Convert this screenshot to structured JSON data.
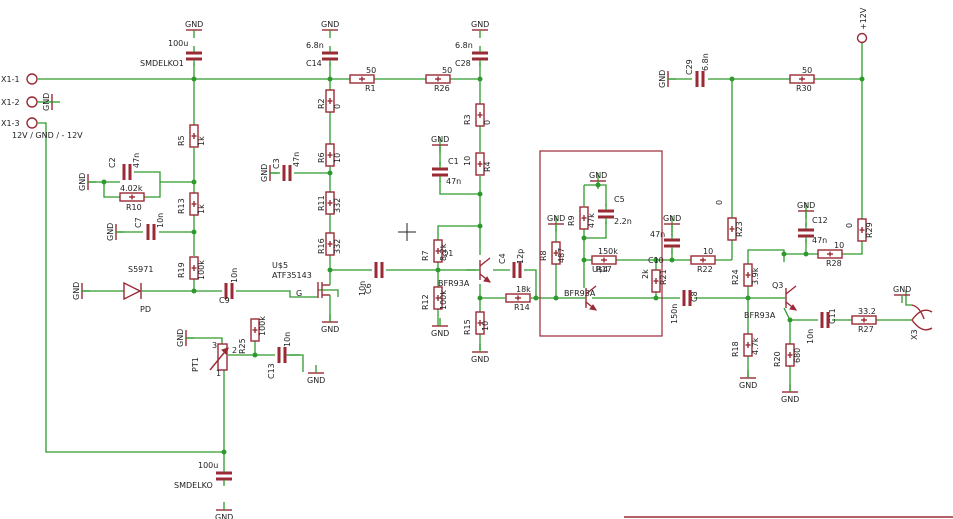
{
  "cursor_icon": "crosshair-icon",
  "colors": {
    "wire": "#2e9a2e",
    "component": "#9a2a34",
    "background": "#ffffff",
    "text": "#222222"
  },
  "connectors": {
    "x1_1": "X1-1",
    "x1_2": "X1-2",
    "x1_3": "X1-3",
    "supply_note": "12V / GND / - 12V",
    "x3": "X3",
    "plus12v": "+12V"
  },
  "gnd_label": "GND",
  "components": [
    {
      "id": "c_big1",
      "name": "",
      "value": "100u"
    },
    {
      "id": "c_big2",
      "name": "",
      "value": "100u"
    },
    {
      "id": "c14",
      "name": "C14",
      "value": "6.8n"
    },
    {
      "id": "c28",
      "name": "C28",
      "value": "6.8n"
    },
    {
      "id": "c29",
      "name": "C29",
      "value": "6.8n"
    },
    {
      "id": "r1",
      "name": "R1",
      "value": "50"
    },
    {
      "id": "r26",
      "name": "R26",
      "value": "50"
    },
    {
      "id": "r30",
      "name": "R30",
      "value": "50"
    },
    {
      "id": "r2",
      "name": "R2",
      "value": "0"
    },
    {
      "id": "r3",
      "name": "R3",
      "value": "0"
    },
    {
      "id": "r5",
      "name": "R5",
      "value": "1k"
    },
    {
      "id": "r13",
      "name": "R13",
      "value": "1k"
    },
    {
      "id": "r10",
      "name": "R10",
      "value": "4.02k"
    },
    {
      "id": "r19",
      "name": "R19",
      "value": "100k"
    },
    {
      "id": "c2",
      "name": "C2",
      "value": "47n"
    },
    {
      "id": "c7",
      "name": "C7",
      "value": "10n"
    },
    {
      "id": "c3",
      "name": "C3",
      "value": "47n"
    },
    {
      "id": "c1",
      "name": "C1",
      "value": "47n"
    },
    {
      "id": "r4",
      "name": "R4",
      "value": "10"
    },
    {
      "id": "r6",
      "name": "R6",
      "value": "10"
    },
    {
      "id": "r11",
      "name": "R11",
      "value": "332"
    },
    {
      "id": "r16",
      "name": "R16",
      "value": "332"
    },
    {
      "id": "r7",
      "name": "R7",
      "value": "8.2k"
    },
    {
      "id": "r12",
      "name": "R12",
      "value": "100k"
    },
    {
      "id": "r15",
      "name": "R15",
      "value": "10"
    },
    {
      "id": "r14",
      "name": "R14",
      "value": "18k"
    },
    {
      "id": "c4",
      "name": "C4",
      "value": "12p"
    },
    {
      "id": "r8",
      "name": "R8",
      "value": "487"
    },
    {
      "id": "r9",
      "name": "R9",
      "value": "47k"
    },
    {
      "id": "c5",
      "name": "C5",
      "value": "2.2n"
    },
    {
      "id": "r17",
      "name": "R17",
      "value": "150k"
    },
    {
      "id": "c10",
      "name": "C10",
      "value": "47n"
    },
    {
      "id": "r21",
      "name": "R21",
      "value": "2k"
    },
    {
      "id": "r22",
      "name": "R22",
      "value": "10"
    },
    {
      "id": "r23",
      "name": "R23",
      "value": "0"
    },
    {
      "id": "c8",
      "name": "C8",
      "value": "150n"
    },
    {
      "id": "r24",
      "name": "R24",
      "value": "3.9k"
    },
    {
      "id": "r18",
      "name": "R18",
      "value": "4.7k"
    },
    {
      "id": "r20",
      "name": "R20",
      "value": "680"
    },
    {
      "id": "c12",
      "name": "C12",
      "value": "47n"
    },
    {
      "id": "r28",
      "name": "R28",
      "value": "10"
    },
    {
      "id": "r29",
      "name": "R29",
      "value": "0"
    },
    {
      "id": "c11",
      "name": "C11",
      "value": "10n"
    },
    {
      "id": "r27",
      "name": "R27",
      "value": "33.2"
    },
    {
      "id": "c9",
      "name": "C9",
      "value": "10n"
    },
    {
      "id": "c6",
      "name": "C6",
      "value": "10n"
    },
    {
      "id": "c13",
      "name": "C13",
      "value": "10n"
    },
    {
      "id": "r25",
      "name": "R25",
      "value": "100k"
    },
    {
      "id": "pt1",
      "name": "PT1",
      "value": ""
    }
  ],
  "parts": {
    "smdelko1": "SMDELKO1",
    "smdelko_bottom": "SMDELKO",
    "u5": "U$5",
    "u5_part": "ATF35143",
    "u5_pin_g": "G",
    "u4": "U$4",
    "pd": "PD",
    "pd_part": "S5971",
    "q1": "Q1",
    "q1_part": "BFR93A",
    "q2_part": "BFR93A",
    "q3": "Q3",
    "q3_part": "BFR93A",
    "pt1_pin1": "1",
    "pt1_pin2": "2",
    "pt1_pin3": "3"
  }
}
